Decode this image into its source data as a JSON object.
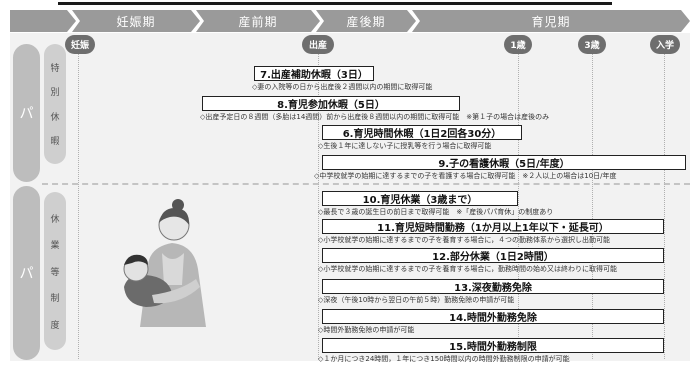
{
  "phases": [
    "",
    "妊娠期",
    "産前期",
    "産後期",
    "育児期"
  ],
  "milestones": {
    "pregnancy": "妊娠",
    "birth": "出産",
    "age1": "1歳",
    "age3": "3歳",
    "school": "入学"
  },
  "papa_labels": [
    "パ",
    "パ"
  ],
  "categories": {
    "special_leave": [
      "特",
      "別",
      "休",
      "暇"
    ],
    "leave_system": [
      "休",
      "業",
      "等",
      "制",
      "度"
    ]
  },
  "items": [
    {
      "title": "7.出産補助休暇（3日）",
      "note": "◇妻の入院等の日から出産後２週間以内の期間に取得可能"
    },
    {
      "title": "8.育児参加休暇（5日）",
      "note": "◇出産予定日の８週間（多胎は14週間）前から出産後８週間以内の期間に取得可能　※第１子の場合は産後のみ"
    },
    {
      "title": "6.育児時間休暇（1日2回各30分）",
      "note": "◇生後１年に達しない子に授乳等を行う場合に取得可能"
    },
    {
      "title": "9.子の看護休暇（5日/年度）",
      "note": "◇中学校就学の始期に達するまでの子を看護する場合に取得可能　※２人以上の場合は10日/年度"
    },
    {
      "title": "10.育児休業（3歳まで）",
      "note": "◇最長で３歳の誕生日の前日まで取得可能　※「産後パパ育休」の制度あり"
    },
    {
      "title": "11.育児短時間勤務（1か月以上1年以下・延長可）",
      "note": "◇小学校就学の始期に達するまでの子を養育する場合に，４つの勤務体系から選択し出勤可能"
    },
    {
      "title": "12.部分休業（1日2時間）",
      "note": "◇小学校就学の始期に達するまでの子を養育する場合に，勤務時間の始め又は終わりに取得可能"
    },
    {
      "title": "13.深夜勤務免除",
      "note": "◇深夜（午後10時から翌日の午前５時）勤務免除の申請が可能"
    },
    {
      "title": "14.時間外勤務免除",
      "note": "◇時間外勤務免除の申請が可能"
    },
    {
      "title": "15.時間外勤務制限",
      "note": "◇１か月につき24時間，１年につき150時間以内の時間外勤務制限の申請が可能"
    }
  ],
  "colors": {
    "phase_bar": "#9a9a9a",
    "milestone": "#6e6e6e",
    "frame": "#f2f2f2",
    "papa_column": "#bdbdbd",
    "category_column": "#cfcfcf"
  },
  "illustration": "mother-and-child-icon"
}
